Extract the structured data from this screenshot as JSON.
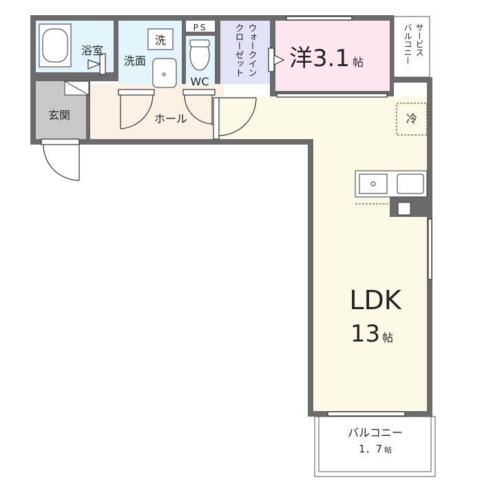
{
  "rooms": {
    "bathroom": {
      "label": "浴室"
    },
    "washroom": {
      "label": "洗面",
      "washer": "洗"
    },
    "ps": {
      "label": "PS"
    },
    "wc": {
      "label": "WC"
    },
    "walk_in_closet": {
      "line1": "ウォークイン",
      "line2": "クローゼット"
    },
    "western_room": {
      "label": "洋3.1",
      "unit": "帖"
    },
    "service_balcony": {
      "line1": "サービス",
      "line2": "バルコニー"
    },
    "entrance": {
      "label": "玄関"
    },
    "hall": {
      "label": "ホール"
    },
    "fridge": {
      "label": "冷"
    },
    "ldk": {
      "label": "LDK",
      "size": "13",
      "unit": "帖"
    },
    "balcony": {
      "label": "バルコニー",
      "size": "1．7",
      "unit": "帖"
    }
  },
  "colors": {
    "wall": "#6b6b6b",
    "bath": "#e2f4fc",
    "closet": "#e3e3f7",
    "western": "#fde6f0",
    "entrance": "#c9c9c9",
    "hall": "#fdf0e4",
    "ldk": "#fdf9e7"
  }
}
